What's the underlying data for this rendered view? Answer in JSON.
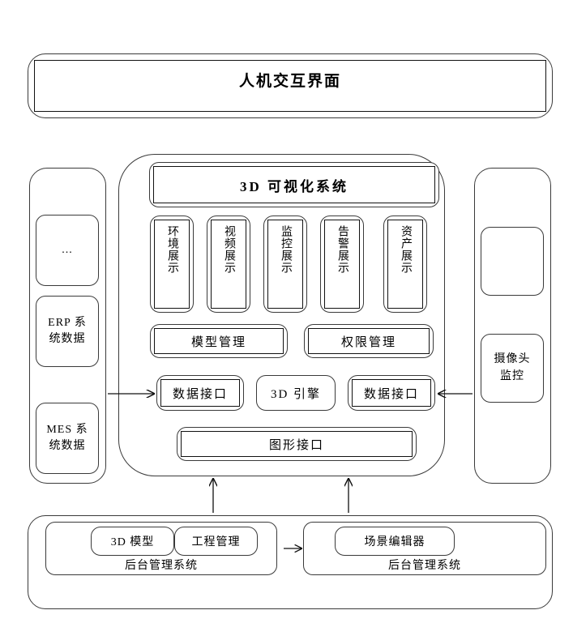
{
  "diagram": {
    "top_banner": {
      "label": "人机交互界面"
    },
    "center": {
      "visual_system": {
        "label": "3D 可视化系统"
      },
      "display_modules": [
        {
          "label": "环境展示"
        },
        {
          "label": "视频展示"
        },
        {
          "label": "监控展示"
        },
        {
          "label": "告警展示"
        },
        {
          "label": "资产展示"
        }
      ],
      "management": [
        {
          "label": "模型管理"
        },
        {
          "label": "权限管理"
        }
      ],
      "interfaces": [
        {
          "label": "数据接口"
        },
        {
          "label": "3D 引擎"
        },
        {
          "label": "数据接口"
        }
      ],
      "graphics_interface": {
        "label": "图形接口"
      }
    },
    "left_column": {
      "items": [
        {
          "label": "..."
        },
        {
          "label": "ERP 系\n统数据"
        },
        {
          "label": "MES 系\n统数据"
        }
      ]
    },
    "right_column": {
      "items": [
        {
          "label": ""
        },
        {
          "label": "摄像头\n监控"
        }
      ]
    },
    "bottom": {
      "groups": [
        {
          "caption": "后台管理系统",
          "boxes": [
            {
              "label": "3D 模型"
            },
            {
              "label": "工程管理"
            }
          ]
        },
        {
          "caption": "后台管理系统",
          "boxes": [
            {
              "label": "场景编辑器"
            }
          ]
        }
      ]
    },
    "connectors": [
      {
        "name": "left-data-arrow",
        "direction": "right"
      },
      {
        "name": "right-data-arrow",
        "direction": "left"
      },
      {
        "name": "backend-left-up-arrow",
        "direction": "up"
      },
      {
        "name": "backend-right-up-arrow",
        "direction": "up"
      },
      {
        "name": "backend-groups-arrow",
        "direction": "right"
      }
    ],
    "colors": {
      "stroke": "#3a3a3a",
      "inner_stroke": "#111111",
      "background": "#ffffff",
      "text": "#000000"
    }
  }
}
